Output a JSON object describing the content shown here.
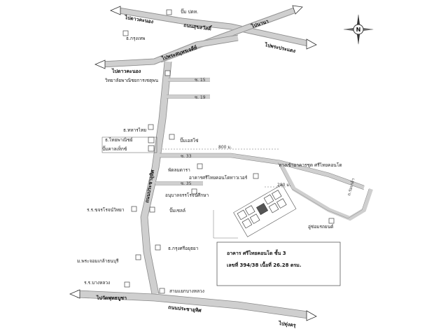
{
  "compass": {
    "letter": "N"
  },
  "roads": {
    "top_left_arrow": "ไปดาวคะนอง",
    "top_right_arrow": "ไปนานา",
    "top_road": "ถนนสุขสวัสดิ์",
    "right_arrow2": "ไปพระประแดง",
    "middle_road": "ไปพระสมุทรเจดีย์",
    "left_arrow2": "ไปดาวคะนอง",
    "main_road": "ถนนประชาอุทิศ",
    "bottom_left_arrow": "ไปวัดพุทธบูชา",
    "bottom_road": "ถนนประชาอุทิศ",
    "bottom_right_arrow": "ไปทุ่งครุ",
    "right_vertical": "ถ.ร่มเกล้า"
  },
  "sois": {
    "s15": "ซ. 15",
    "s19": "ซ. 19",
    "s33": "ซ. 33",
    "s35": "ซ. 35"
  },
  "landmarks": {
    "ptt": "ปั๊ม ปตท.",
    "krungthep_bank": "ธ.กรุงเทพ",
    "college": "วิทยาลัยพาณิชยการเชตุพน",
    "thaimilitary_bank": "ธ.ทหารไทย",
    "thaipanich_bank": "ธ.ไทยพาณิชย์",
    "caltex": "ปั๊มคาลเท็กซ์",
    "esso": "ปั๊มเอสโซ่",
    "patamawan": "พัดลมดารา",
    "condo_building": "อาคารศรีไทยคอนโดทาวเวอร์",
    "school_kindergarten": "อนุบาลจรรโรจน์ศึกษา",
    "school_rr": "ร.ร.ขจรโรจน์วิทยา",
    "shell": "ปั๊มเชลล์",
    "krungsri_bank": "ธ.กรุงศรีอยุธยา",
    "kmutt": "ม.พระจอมเกล้าธนบุรี",
    "school_bangluang": "ร.ร.บางหลวง",
    "intersection": "สามแยกบางหลวง",
    "entrance": "ทางเข้าอาคารชุด ศรีไทยคอนโด",
    "garage": "อู่ซ่อมรถยนต์"
  },
  "distances": {
    "d800": "800 ม.",
    "d280": "280 ม."
  },
  "info": {
    "line1": "อาคาร ศรีไทยคอนโด ชั้น 3",
    "line2": "เลขที่ 394/38  เนื้อที่ 26.28 ตรม."
  }
}
